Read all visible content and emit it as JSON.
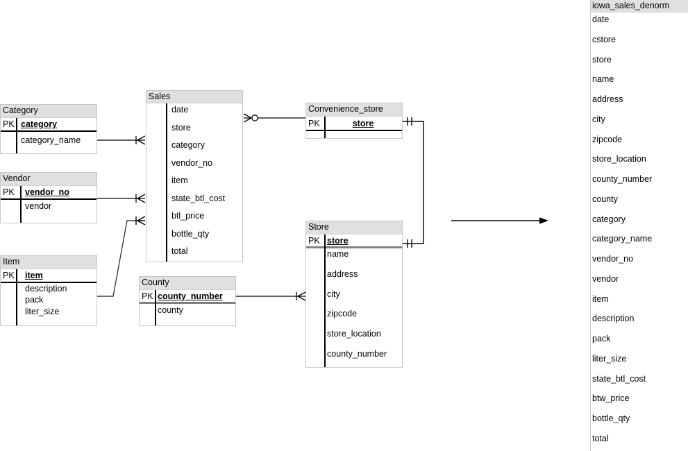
{
  "tables": {
    "category": {
      "title": "Category",
      "pk_label": "PK",
      "pk_field": "category",
      "fields": [
        "category_name"
      ]
    },
    "vendor": {
      "title": "Vendor",
      "pk_label": "PK",
      "pk_field": "vendor_no",
      "fields": [
        "vendor"
      ]
    },
    "item": {
      "title": "Item",
      "pk_label": "PK",
      "pk_field": "item",
      "fields": [
        "description",
        "pack",
        "liter_size"
      ]
    },
    "sales": {
      "title": "Sales",
      "fields": [
        "date",
        "store",
        "category",
        "vendor_no",
        "item",
        "state_btl_cost",
        "btl_price",
        "bottle_qty",
        "total"
      ]
    },
    "convenience_store": {
      "title": "Convenience_store",
      "pk_label": "PK",
      "pk_field": "store",
      "fields": []
    },
    "store": {
      "title": "Store",
      "pk_label": "PK",
      "pk_field": "store",
      "fields": [
        "name",
        "address",
        "city",
        "zipcode",
        "store_location",
        "county_number"
      ]
    },
    "county": {
      "title": "County",
      "pk_label": "PK",
      "pk_field": "county_number",
      "fields": [
        "county"
      ]
    }
  },
  "denorm_panel": {
    "title": "iowa_sales_denorm",
    "fields": [
      "date",
      "cstore",
      "store",
      "name",
      "address",
      "city",
      "zipcode",
      "store_location",
      "county_number",
      "county",
      "category",
      "category_name",
      "vendor_no",
      "vendor",
      "item",
      "description",
      "pack",
      "liter_size",
      "state_btl_cost",
      "btw_price",
      "bottle_qty",
      "total"
    ]
  },
  "colors": {
    "header_bg": "#e0e0e0",
    "box_border": "#c6c6c6",
    "connector": "#000000",
    "thick_divider": "#808080",
    "background": "#ffffff"
  }
}
